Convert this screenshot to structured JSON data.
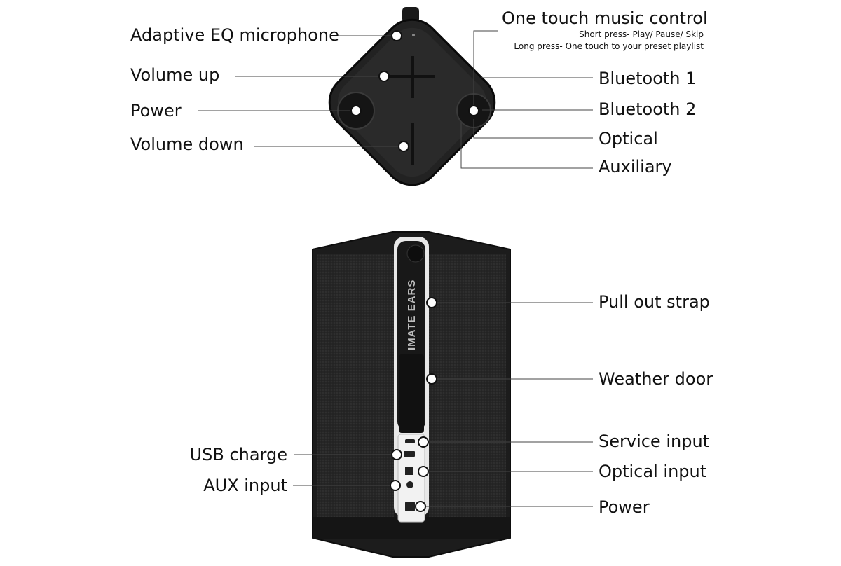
{
  "top_view": {
    "left_labels": {
      "mic": "Adaptive EQ microphone",
      "vol_up": "Volume up",
      "power": "Power",
      "vol_down": "Volume down"
    },
    "right_labels": {
      "music_control": "One touch music control",
      "music_short": "Short press- Play/ Pause/ Skip",
      "music_long": "Long press- One touch to your preset playlist",
      "bt1": "Bluetooth 1",
      "bt2": "Bluetooth 2",
      "optical": "Optical",
      "aux": "Auxiliary"
    }
  },
  "side_view": {
    "right_labels": {
      "strap": "Pull out strap",
      "door": "Weather door",
      "service": "Service input",
      "optical_in": "Optical input",
      "power": "Power"
    },
    "left_labels": {
      "usb": "USB charge",
      "aux_in": "AUX input"
    },
    "strap_text": "IMATE EARS"
  },
  "colors": {
    "body": "#1f1f1f",
    "fabric": "#2a2a2a",
    "edge": "#0d0d0d",
    "leader": "#444444",
    "panel": "#f2f2f2"
  }
}
